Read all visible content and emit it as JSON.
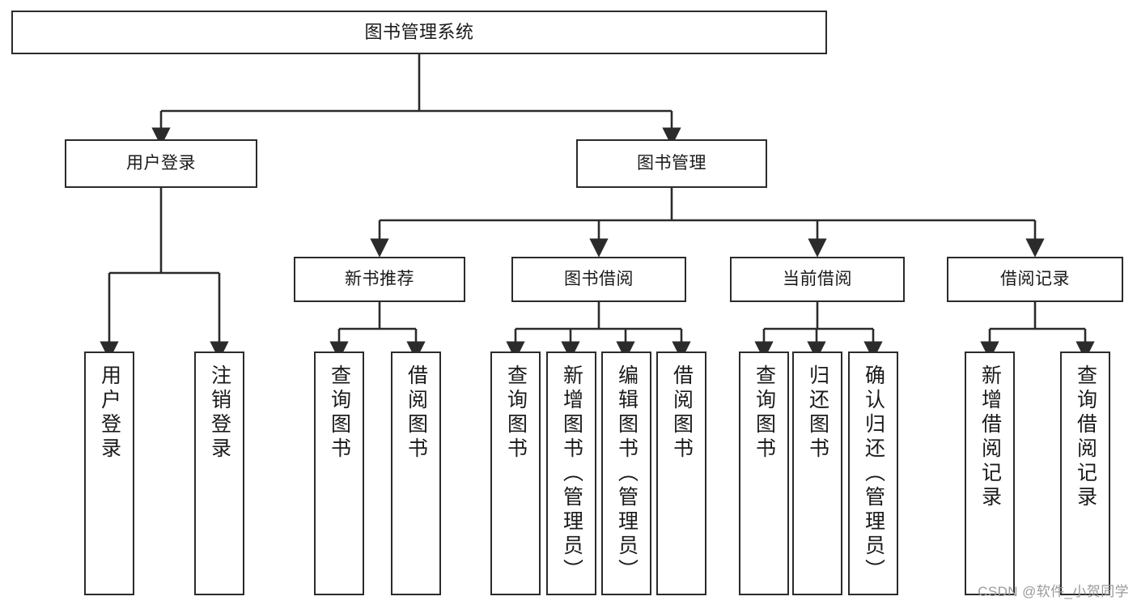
{
  "diagram": {
    "title": "图书管理系统",
    "type": "tree-hierarchy-chart",
    "watermark": "CSDN @软件_小贺同学",
    "colors": {
      "box_border": "#2b2b2b",
      "box_fill": "#ffffff",
      "connector": "#2b2b2b",
      "text": "#1a1a1a",
      "watermark": "#9a9a9a",
      "background": "#ffffff"
    },
    "levels": {
      "root_label": "图书管理系统",
      "level2": [
        {
          "label": "用户登录"
        },
        {
          "label": "图书管理"
        }
      ],
      "level3": [
        {
          "label": "新书推荐"
        },
        {
          "label": "图书借阅"
        },
        {
          "label": "当前借阅"
        },
        {
          "label": "借阅记录"
        }
      ]
    },
    "leaves": {
      "user_login": [
        {
          "label": "用户登录"
        },
        {
          "label": "注销登录"
        }
      ],
      "new_book_recommend": [
        {
          "label": "查询图书"
        },
        {
          "label": "借阅图书"
        }
      ],
      "book_borrow": [
        {
          "label": "查询图书"
        },
        {
          "label": "新增图书（管理员）"
        },
        {
          "label": "编辑图书（管理员）"
        },
        {
          "label": "借阅图书"
        }
      ],
      "current_borrow": [
        {
          "label": "查询图书"
        },
        {
          "label": "归还图书"
        },
        {
          "label": "确认归还（管理员）"
        }
      ],
      "borrow_record": [
        {
          "label": "新增借阅记录"
        },
        {
          "label": "查询借阅记录"
        }
      ]
    }
  }
}
